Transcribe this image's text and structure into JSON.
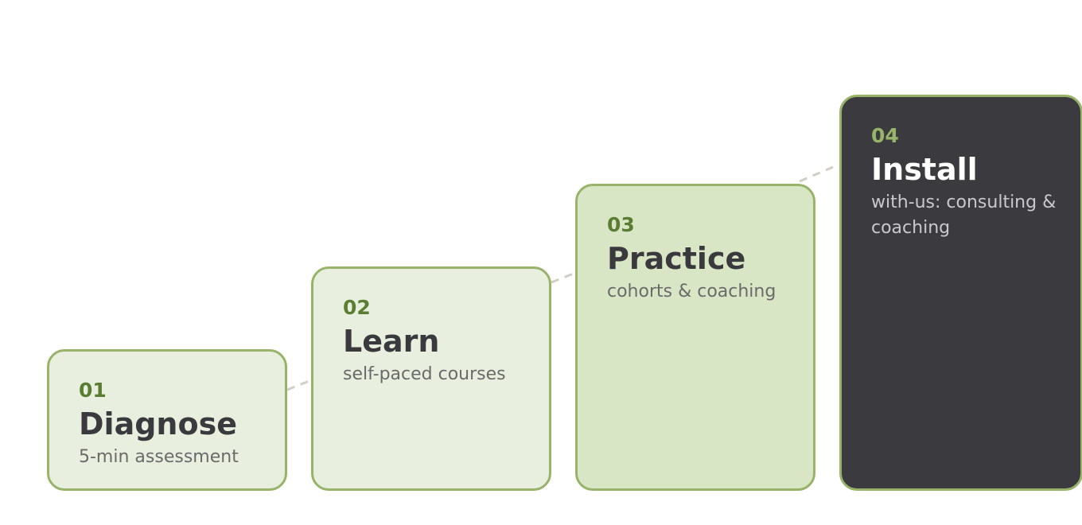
{
  "steps": [
    {
      "number": "01",
      "title": "Diagnose",
      "subtitle": "5-min assessment"
    },
    {
      "number": "02",
      "title": "Learn",
      "subtitle": "self-paced courses"
    },
    {
      "number": "03",
      "title": "Practice",
      "subtitle": "cohorts & coaching"
    },
    {
      "number": "04",
      "title": "Install",
      "subtitle": "with-us: consulting & coaching"
    }
  ],
  "colors": {
    "border": "#98b36a",
    "light_fill": "#e8efdf",
    "medium_fill": "#d9e6c6",
    "dark_fill": "#3b3b3f",
    "number_green": "#5a7d32",
    "connector": "#cfcfc6"
  }
}
